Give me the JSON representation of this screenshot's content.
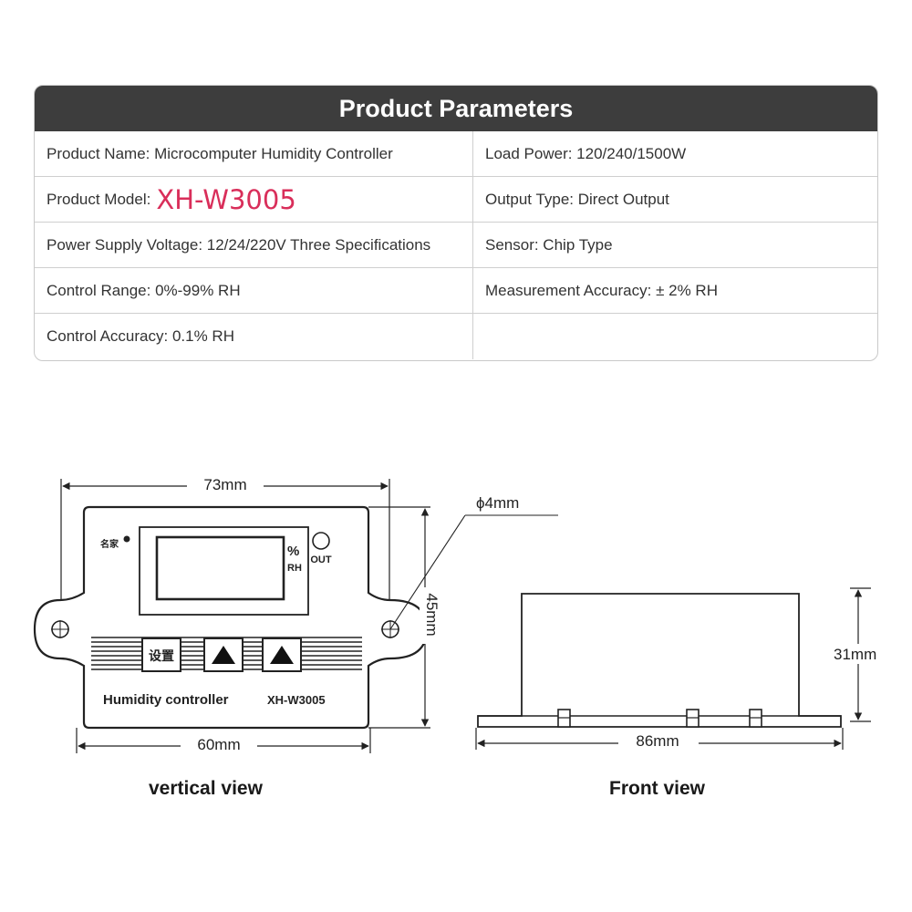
{
  "table": {
    "title": "Product Parameters",
    "rows": [
      {
        "left": "Product Name: Microcomputer Humidity Controller",
        "right": "Load Power: 120/240/1500W"
      },
      {
        "left_label": "Product Model:",
        "left_value": "XH-W3005",
        "right": "Output Type: Direct Output"
      },
      {
        "left": "Power Supply Voltage: 12/24/220V Three Specifications",
        "right": "Sensor: Chip Type"
      },
      {
        "left": "Control Range: 0%-99% RH",
        "right": "Measurement Accuracy: ± 2% RH"
      },
      {
        "left": "Control Accuracy: 0.1% RH",
        "right": ""
      }
    ]
  },
  "vertical_view": {
    "caption": "vertical view",
    "dim_width_total": "73mm",
    "dim_width_body": "60mm",
    "dim_height": "45mm",
    "dim_hole": "ϕ4mm",
    "brand": "名家",
    "unit_percent": "%",
    "unit_rh": "RH",
    "out_label": "OUT",
    "set_button": "设置",
    "label": "Humidity controller",
    "model": "XH-W3005"
  },
  "front_view": {
    "caption": "Front view",
    "dim_width": "86mm",
    "dim_height": "31mm"
  }
}
